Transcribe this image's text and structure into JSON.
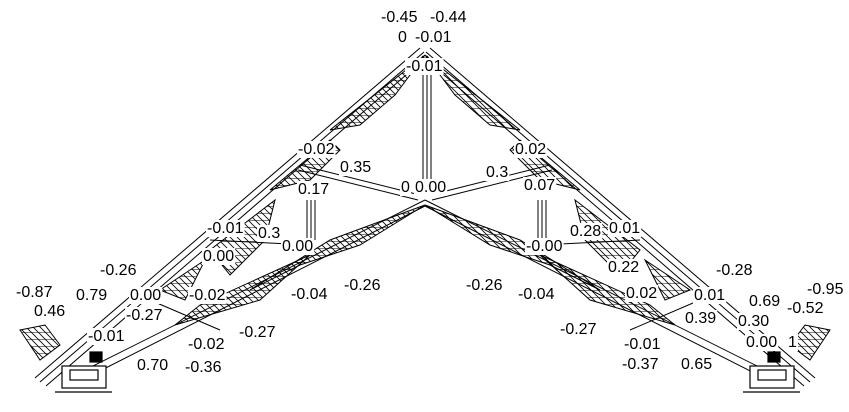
{
  "labels": {
    "apex_top_left": "-0.45",
    "apex_top_right": "-0.44",
    "apex_second_a": "0",
    "apex_second_b": "-0.01",
    "apex_third": "-0.01",
    "upper_left_chord": "-0.02",
    "upper_right_chord": "0.02",
    "left_diag_top": "0.35",
    "right_diag_top": "0.3",
    "mid_node_a": "0",
    "mid_node_b": "0.00",
    "left_vertical": "0.17",
    "right_vertical": "0.07",
    "left_lower_chord": "-0.01",
    "right_lower_chord": "0.01",
    "left_inner_a": "0.3",
    "left_inner_b": "0.00",
    "left_inner_c": "0.00",
    "right_inner_a": "-0.00",
    "right_inner_b": "0.28",
    "right_inner_c": "0.22",
    "left_outer_chord": "-0.26",
    "right_outer_chord": "-0.28",
    "bottom_left_chord_a": "-0.04",
    "bottom_left_chord_b": "-0.26",
    "bottom_right_chord_a": "-0.26",
    "bottom_right_chord_b": "-0.04",
    "left_end_a": "-0.87",
    "left_end_b": "0.79",
    "left_end_c": "0.00",
    "left_end_d": "-0.02",
    "left_end_e": "0.46",
    "left_end_f": "-0.27",
    "left_end_g": "-0.01",
    "left_end_h": "-0.02",
    "left_end_i": "-0.27",
    "left_support_a": "0.70",
    "left_support_b": "-0.36",
    "right_end_a": "0.02",
    "right_end_b": "0.01",
    "right_end_c": "0.69",
    "right_end_d": "-0.95",
    "right_end_e": "-0.52",
    "right_end_f": "0.39",
    "right_end_g": "0.30",
    "right_end_h": "-0.27",
    "right_end_i": "-0.01",
    "right_end_j": "0.00",
    "right_end_k": "1",
    "right_support_a": "-0.37",
    "right_support_b": "0.65"
  }
}
